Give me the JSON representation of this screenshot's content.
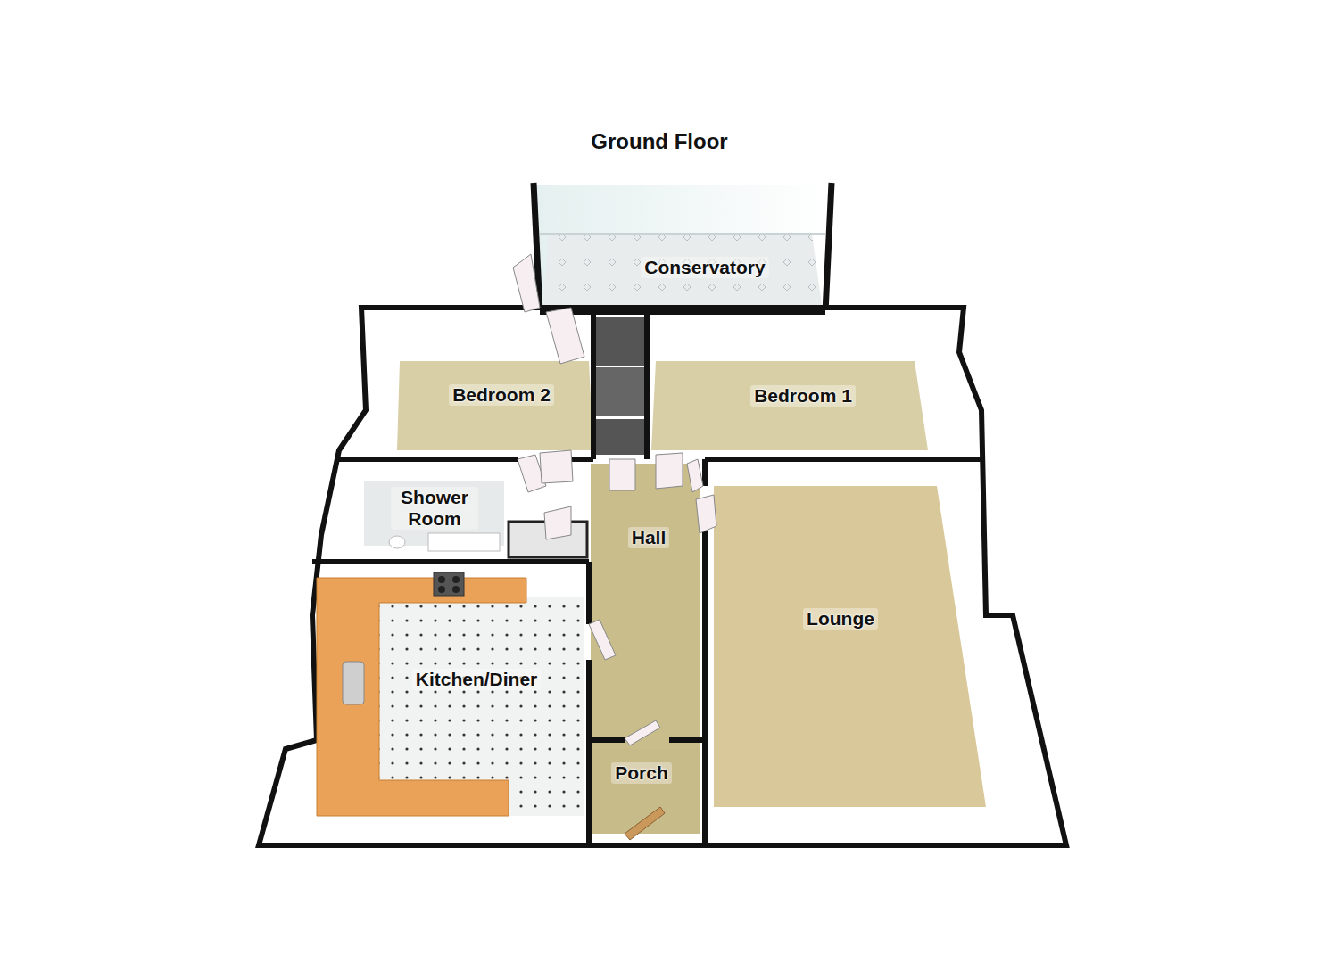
{
  "diagram": {
    "title": "Ground Floor",
    "nodes": [
      {
        "text": [
          "Conservatory"
        ]
      },
      {
        "text": [
          "Bedroom 2"
        ]
      },
      {
        "text": [
          "Bedroom 1"
        ]
      },
      {
        "text": [
          "Shower Room"
        ]
      },
      {
        "text": [
          "Hall"
        ]
      },
      {
        "text": [
          "Lounge"
        ]
      },
      {
        "text": [
          "Kitchen/Diner"
        ]
      },
      {
        "text": [
          "Porch"
        ]
      }
    ]
  }
}
